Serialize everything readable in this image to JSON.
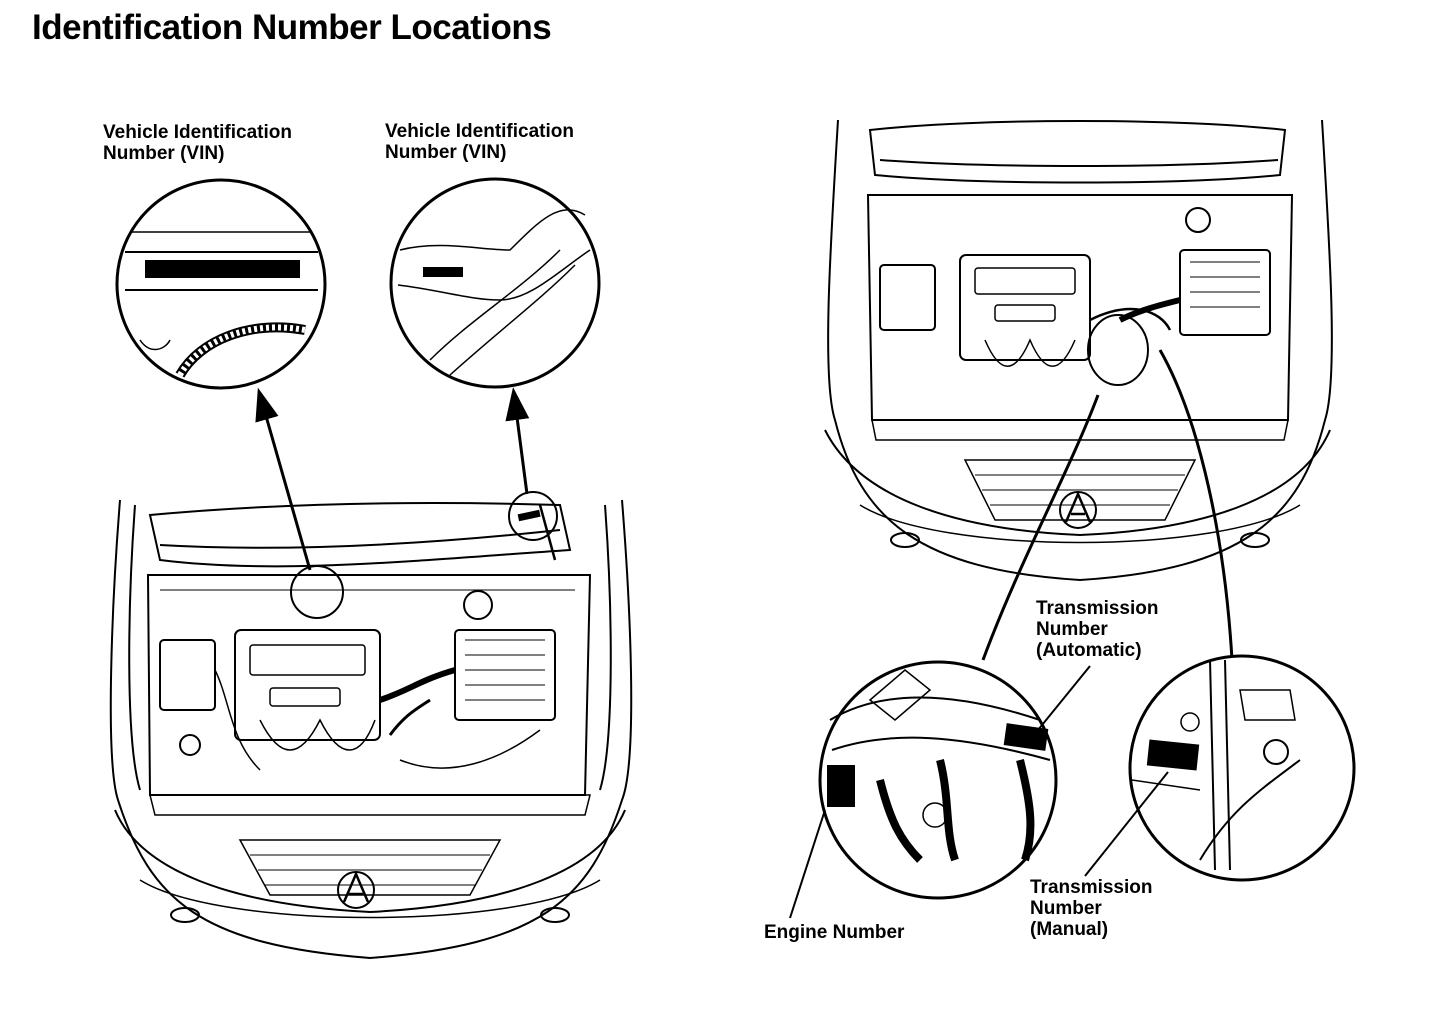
{
  "title": "Identification Number Locations",
  "labels": {
    "vin_left": {
      "line1": "Vehicle Identification",
      "line2": "Number (VIN)"
    },
    "vin_right": {
      "line1": "Vehicle Identification",
      "line2": "Number (VIN)"
    },
    "transmission_automatic": {
      "line1": "Transmission",
      "line2": "Number",
      "line3": "(Automatic)"
    },
    "transmission_manual": {
      "line1": "Transmission",
      "line2": "Number",
      "line3": "(Manual)"
    },
    "engine_number": {
      "line1": "Engine Number"
    }
  },
  "icons": [
    "acura-emblem-icon",
    "vin-plate-icon",
    "engine-bay-illustration"
  ]
}
